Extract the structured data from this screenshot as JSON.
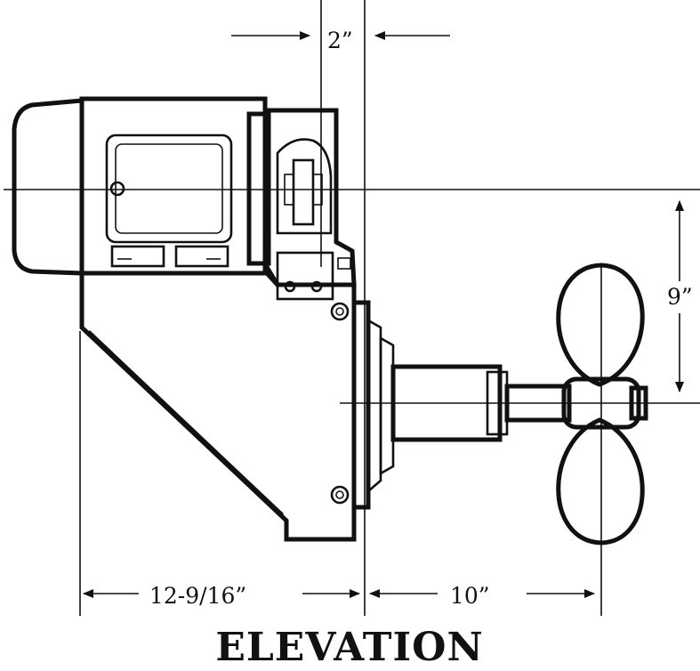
{
  "title": "ELEVATION",
  "dimensions": {
    "top_offset": "2”",
    "shaft_height": "9”",
    "base_length": "12-9/16”",
    "prop_distance": "10”"
  }
}
